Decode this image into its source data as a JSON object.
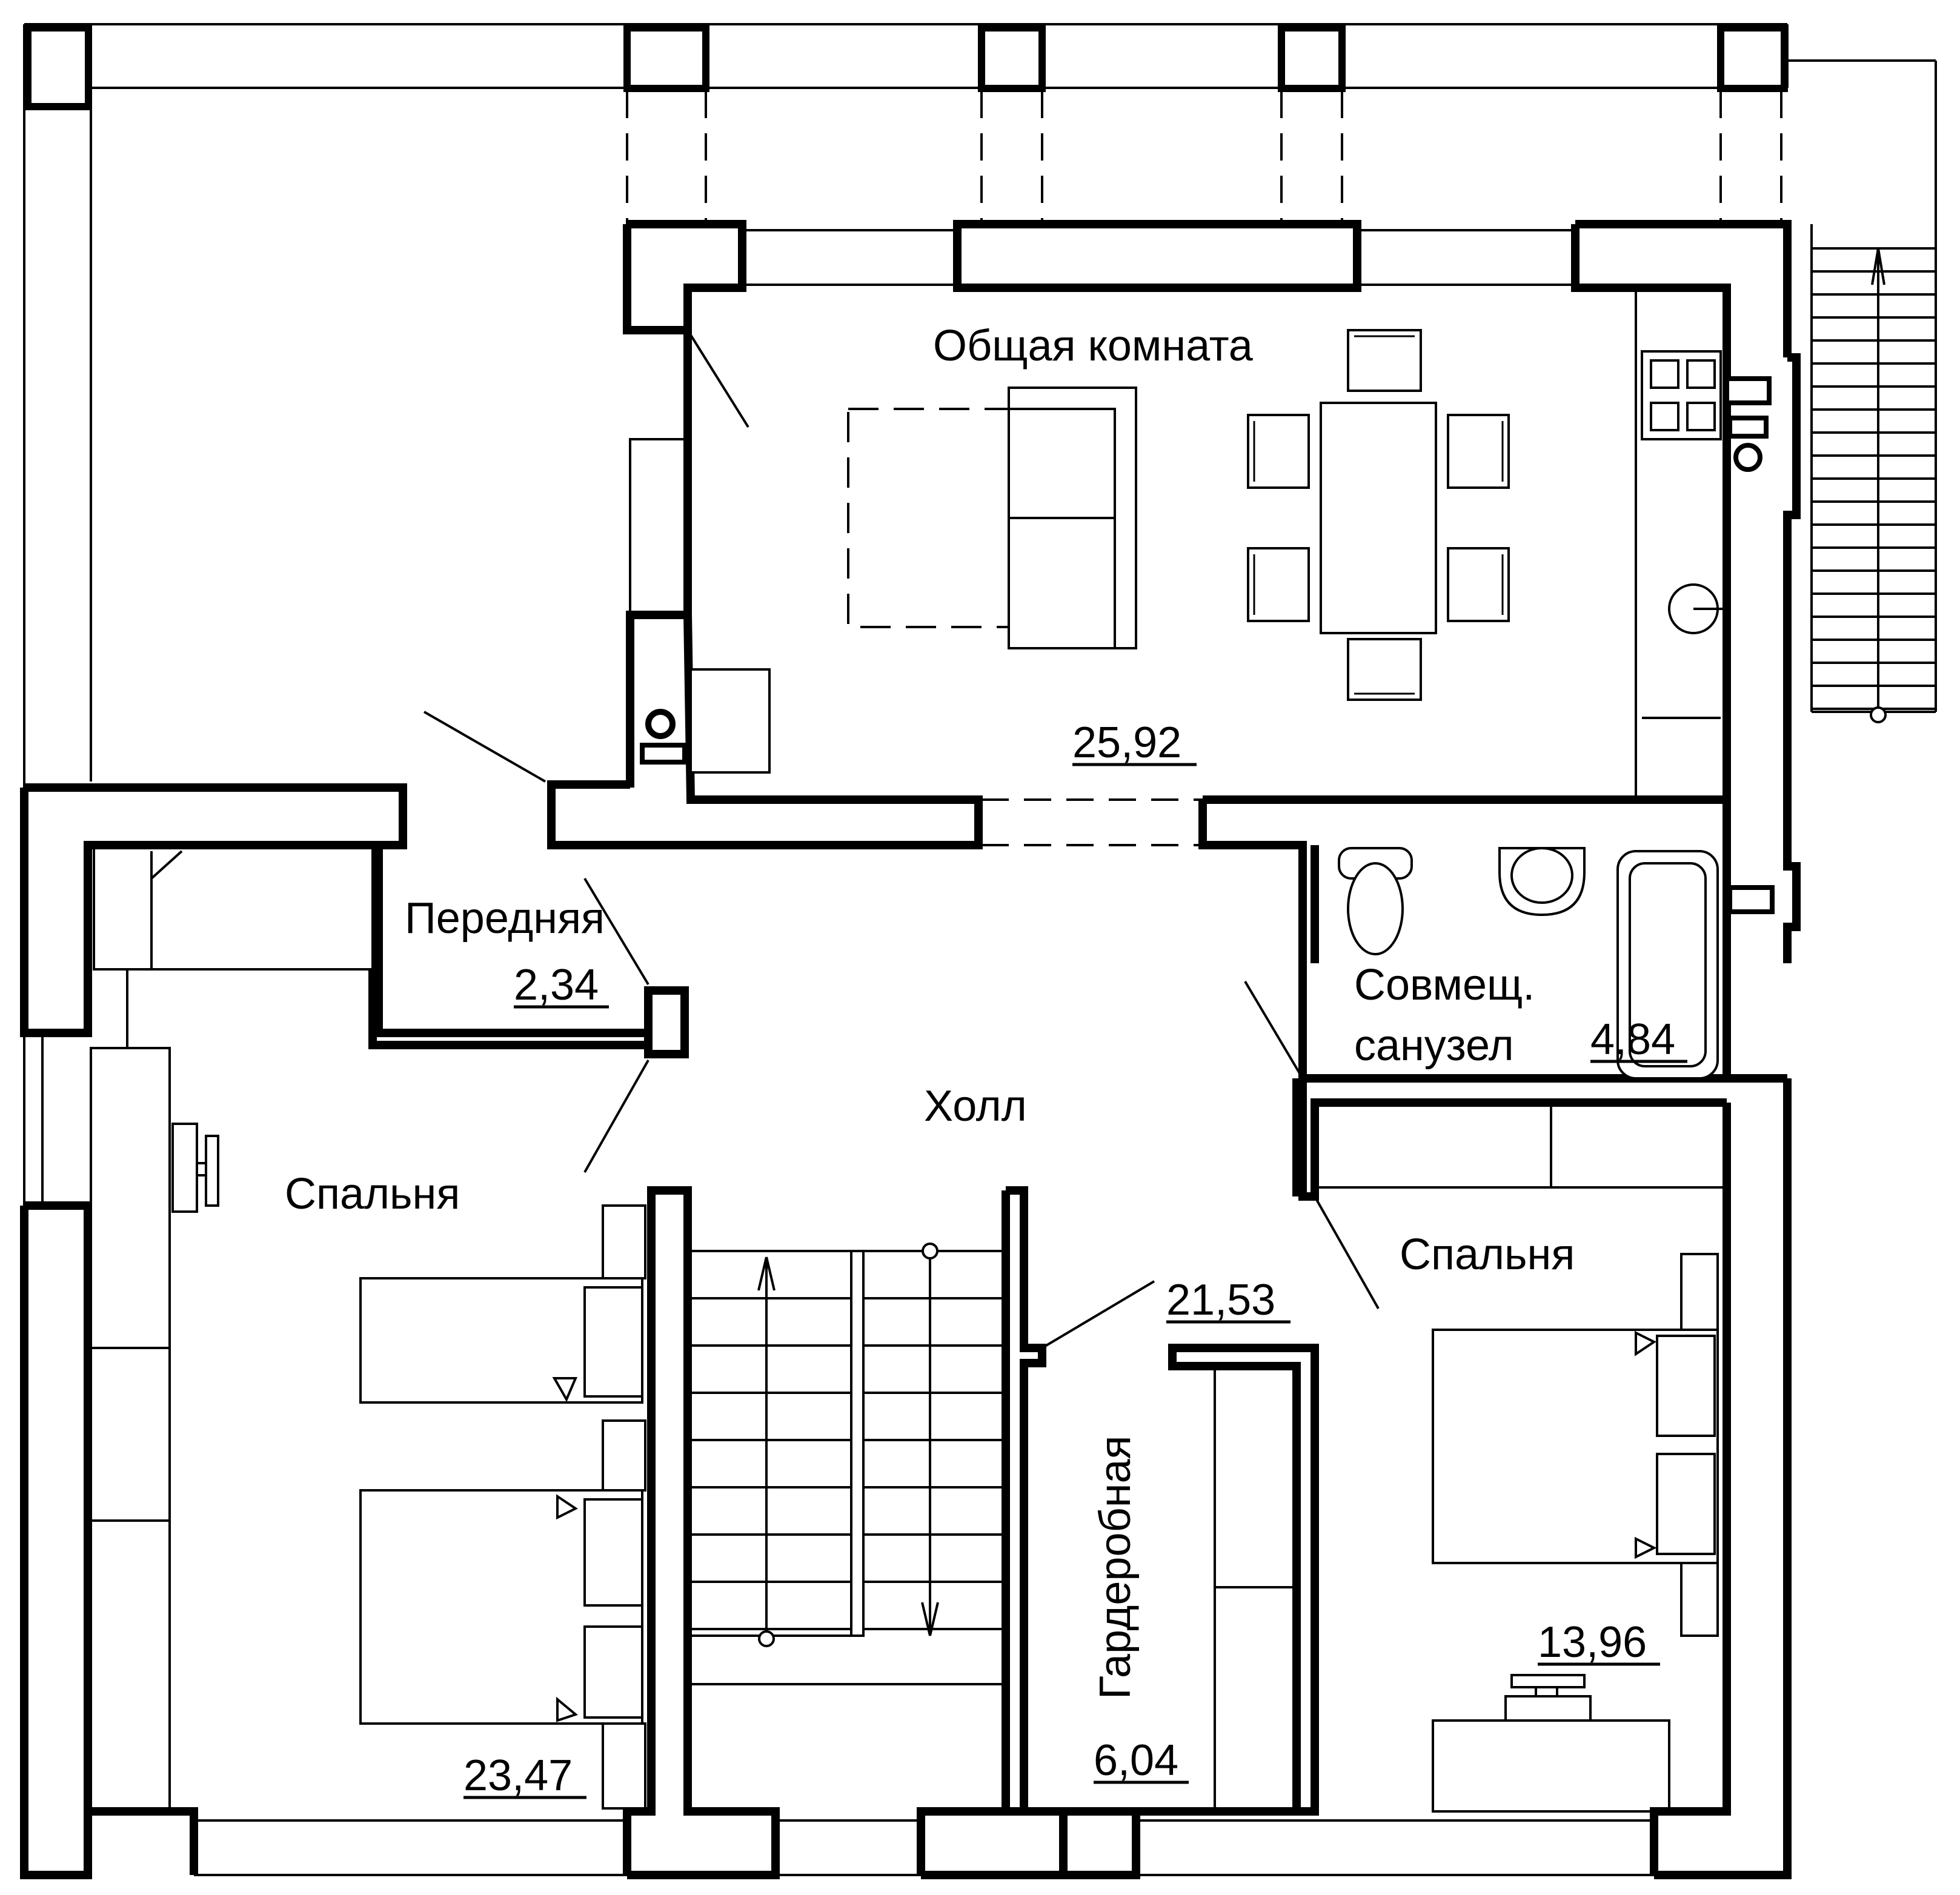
{
  "rooms": {
    "living": {
      "name": "Общая комната",
      "area": "25,92"
    },
    "entry": {
      "name": "Передняя",
      "area": "2,34"
    },
    "hall": {
      "name": "Холл",
      "area": "21,53"
    },
    "bathroom": {
      "name_line1": "Совмещ.",
      "name_line2": "санузел",
      "area": "4,84"
    },
    "bedroom_left": {
      "name": "Спальня",
      "area": "23,47"
    },
    "bedroom_right": {
      "name": "Спальня",
      "area": "13,96"
    },
    "wardrobe": {
      "name": "Гардеробная",
      "area": "6,04"
    }
  },
  "colors": {
    "line": "#000000",
    "background": "#ffffff"
  }
}
